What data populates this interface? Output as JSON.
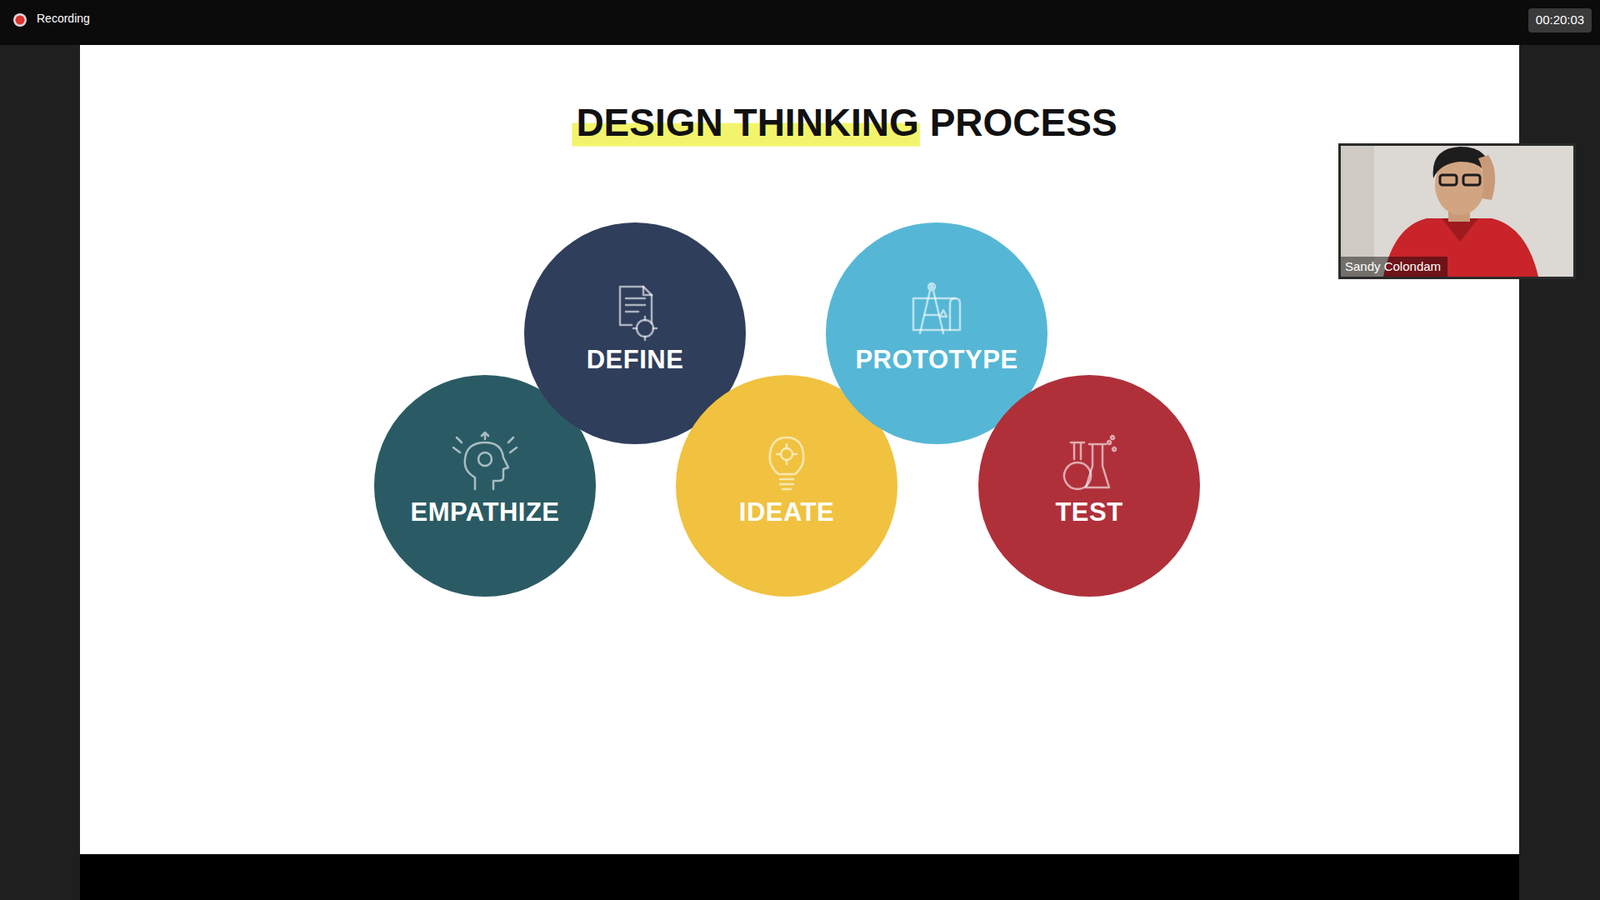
{
  "diagram": {
    "title": "DESIGN THINKING PROCESS",
    "nodes": [
      {
        "text": [
          "EMPATHIZE"
        ]
      },
      {
        "text": [
          "DEFINE"
        ]
      },
      {
        "text": [
          "IDEATE"
        ]
      },
      {
        "text": [
          "PROTOTYPE"
        ]
      },
      {
        "text": [
          "TEST"
        ]
      }
    ],
    "labels": [
      "Recording",
      "00:20:03",
      "Sandy Colondam"
    ]
  }
}
